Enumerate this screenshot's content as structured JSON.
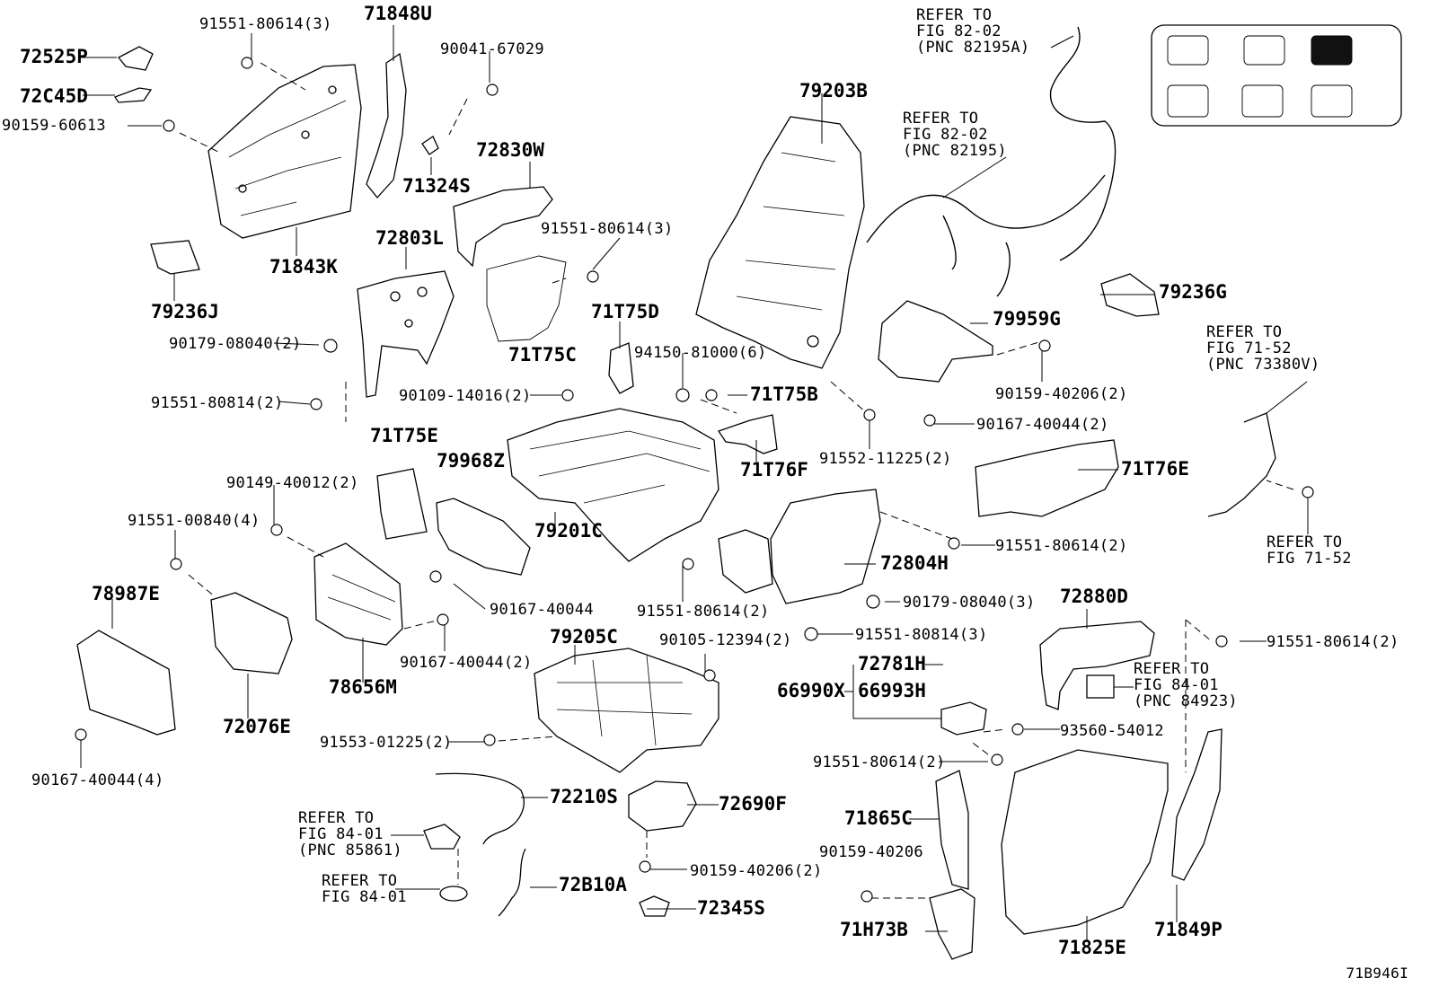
{
  "figure_id": "71B946I",
  "part_numbers": {
    "p72525P": "72525P",
    "p72C45D": "72C45D",
    "p71848U": "71848U",
    "p71843K": "71843K",
    "p79236J": "79236J",
    "p71324S": "71324S",
    "p72830W": "72830W",
    "p72803L": "72803L",
    "p71T75D": "71T75D",
    "p71T75C": "71T75C",
    "p71T75B": "71T75B",
    "p71T75E": "71T75E",
    "p79968Z": "79968Z",
    "p79201C": "79201C",
    "p71T76F": "71T76F",
    "p79203B": "79203B",
    "p79959G": "79959G",
    "p79236G": "79236G",
    "p71T76E": "71T76E",
    "p72804H": "72804H",
    "p78987E": "78987E",
    "p72076E": "72076E",
    "p78656M": "78656M",
    "p79205C": "79205C",
    "p72781H": "72781H",
    "p66990X": "66990X",
    "p66993H": "66993H",
    "p72880D": "72880D",
    "p72210S": "72210S",
    "p72690F": "72690F",
    "p72B10A": "72B10A",
    "p72345S": "72345S",
    "p71865C": "71865C",
    "p71H73B": "71H73B",
    "p71825E": "71825E",
    "p71849P": "71849P"
  },
  "fasteners": {
    "f1": "91551-80614(3)",
    "f2": "90041-67029",
    "f3": "90159-60613",
    "f4": "91551-80614(3)",
    "f5": "90179-08040(2)",
    "f6": "91551-80814(2)",
    "f7": "94150-81000(6)",
    "f8": "90109-14016(2)",
    "f9": "90149-40012(2)",
    "f10": "91551-00840(4)",
    "f11": "91552-11225(2)",
    "f12": "90159-40206(2)",
    "f13": "90167-40044(2)",
    "f14": "91551-80614(2)",
    "f15": "90179-08040(3)",
    "f16": "90167-40044",
    "f17": "91551-80614(2)",
    "f18": "91551-80814(3)",
    "f19": "90167-40044(2)",
    "f20": "90105-12394(2)",
    "f21": "91551-80614(2)",
    "f22": "93560-54012",
    "f23": "91553-01225(2)",
    "f24": "91551-80614(2)",
    "f25": "90167-40044(4)",
    "f26": "90159-40206(2)",
    "f27": "90159-40206"
  },
  "references": {
    "r1": "REFER TO\nFIG 82-02\n(PNC 82195A)",
    "r2": "REFER TO\nFIG 82-02\n(PNC 82195)",
    "r3": "REFER TO\nFIG 71-52\n(PNC 73380V)",
    "r4": "REFER TO\nFIG 71-52",
    "r5": "REFER TO\nFIG 84-01\n(PNC 84923)",
    "r6": "REFER TO\nFIG 84-01\n(PNC 85861)",
    "r7": "REFER TO\nFIG 84-01"
  },
  "colors": {
    "ink": "#000000",
    "paper": "#ffffff",
    "selected_thumb": "#111111"
  }
}
